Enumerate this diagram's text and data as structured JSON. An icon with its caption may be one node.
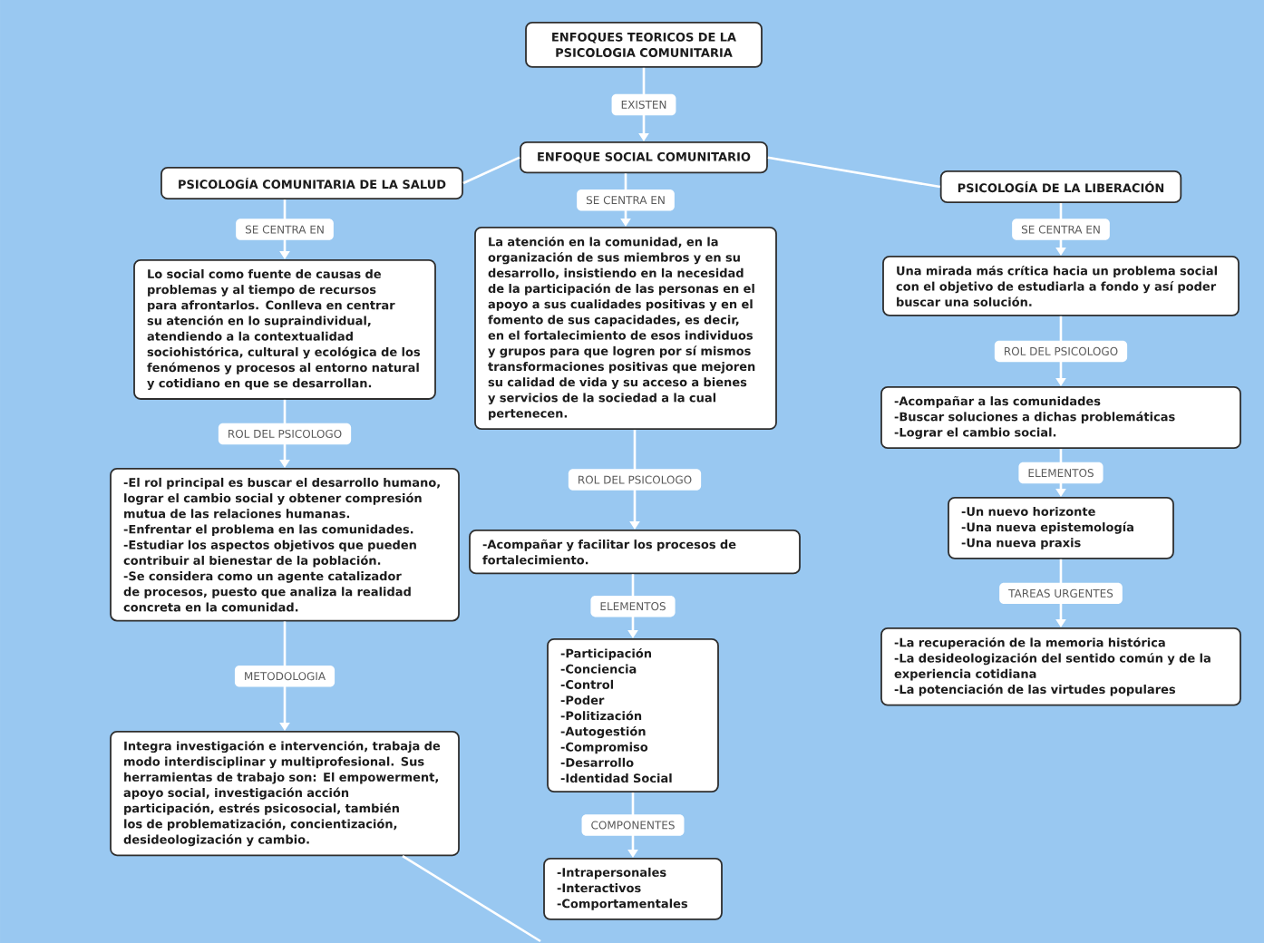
{
  "diagram": {
    "nodes": [
      {
        "text": [
          "ENFOQUES TEORICOS DE LA PSICOLOGIA COMUNITARIA"
        ]
      },
      {
        "text": [
          "ENFOQUE SOCIAL COMUNITARIO"
        ]
      },
      {
        "text": [
          "PSICOLOGÍA COMUNITARIA DE LA SALUD"
        ]
      },
      {
        "text": [
          "PSICOLOGÍA DE LA LIBERACIÓN"
        ]
      },
      {
        "text": [
          "La atención en la comunidad, en la organización de sus miembros y en su desarrollo, insistiendo en la necesidad de la participación de las personas en el apoyo a sus cualidades positivas y en el fomento de sus capacidades, es decir, en el fortalecimiento de esos individuos y grupos para que logren por sí mismos transformaciones positivas que mejoren su calidad de vida y su acceso a bienes y servicios de la sociedad a la cual pertenecen."
        ]
      },
      {
        "text": [
          "-Acompañar y facilitar los procesos de fortalecimiento."
        ]
      },
      {
        "text": [
          "-Participación",
          "-Conciencia",
          "-Control",
          "-Poder",
          "-Politización",
          "-Autogestión",
          "-Compromiso",
          "-Desarrollo",
          "-Identidad Social"
        ]
      },
      {
        "text": [
          "-Intrapersonales",
          "-Interactivos",
          "-Comportamentales"
        ]
      },
      {
        "text": [
          "Lo social como fuente de causas de problemas y al tiempo de recursos para afrontarlos. Conlleva en centrar su atención en lo supraindividual, atendiendo a la contextualidad sociohistórica, cultural y ecológica de los fenómenos y procesos al entorno natural y cotidiano en que se desarrollan."
        ]
      },
      {
        "text": [
          "-El rol principal es buscar el desarrollo humano, lograr el cambio social y obtener compresión mutua de las relaciones humanas.",
          "-Enfrentar el problema en las comunidades.",
          "-Estudiar los aspectos objetivos que pueden contribuir al bienestar de la población.",
          "-Se considera como un agente catalizador de procesos, puesto que analiza la realidad concreta en la comunidad."
        ]
      },
      {
        "text": [
          "Integra investigación e intervención, trabaja de modo interdisciplinar y multiprofesional. Sus herramientas de trabajo son: El empowerment, apoyo social, investigación acción participación, estrés psicosocial, también los de problematización, concientización, desideologización y cambio."
        ]
      },
      {
        "text": [
          "Una mirada más crítica hacia un problema social con el objetivo de estudiarla a fondo y así poder buscar una solución."
        ]
      },
      {
        "text": [
          "-Acompañar a las comunidades",
          "-Buscar soluciones a dichas problemáticas",
          "-Lograr el cambio social."
        ]
      },
      {
        "text": [
          "-Un nuevo horizonte",
          "-Una nueva epistemología",
          "-Una nueva praxis"
        ]
      },
      {
        "text": [
          "-La recuperación de la memoria histórica",
          "-La desideologización del sentido común y de la experiencia cotidiana",
          "-La potenciación de las virtudes populares"
        ]
      }
    ],
    "edges": [
      {
        "from": 0,
        "to": 1,
        "arrow": "to",
        "label": "EXISTEN"
      },
      {
        "from": 1,
        "to": 2,
        "arrow": "none"
      },
      {
        "from": 1,
        "to": 3,
        "arrow": "none"
      },
      {
        "from": 1,
        "to": 4,
        "arrow": "to",
        "label": "SE CENTRA EN"
      },
      {
        "from": 4,
        "to": 5,
        "arrow": "to",
        "label": "ROL DEL PSICOLOGO"
      },
      {
        "from": 5,
        "to": 6,
        "arrow": "to",
        "label": "ELEMENTOS"
      },
      {
        "from": 6,
        "to": 7,
        "arrow": "to",
        "label": "COMPONENTES"
      },
      {
        "from": 2,
        "to": 8,
        "arrow": "to",
        "label": "SE CENTRA EN"
      },
      {
        "from": 8,
        "to": 9,
        "arrow": "to",
        "label": "ROL DEL PSICOLOGO"
      },
      {
        "from": 9,
        "to": 10,
        "arrow": "to",
        "label": "METODOLOGIA"
      },
      {
        "from": 3,
        "to": 11,
        "arrow": "to",
        "label": "SE CENTRA EN"
      },
      {
        "from": 11,
        "to": 12,
        "arrow": "to",
        "label": "ROL DEL PSICOLOGO"
      },
      {
        "from": 12,
        "to": 13,
        "arrow": "to",
        "label": "ELEMENTOS"
      },
      {
        "from": 13,
        "to": 14,
        "arrow": "to",
        "label": "TAREAS URGENTES"
      },
      {
        "from": 10,
        "to": null,
        "arrow": "none"
      }
    ]
  }
}
